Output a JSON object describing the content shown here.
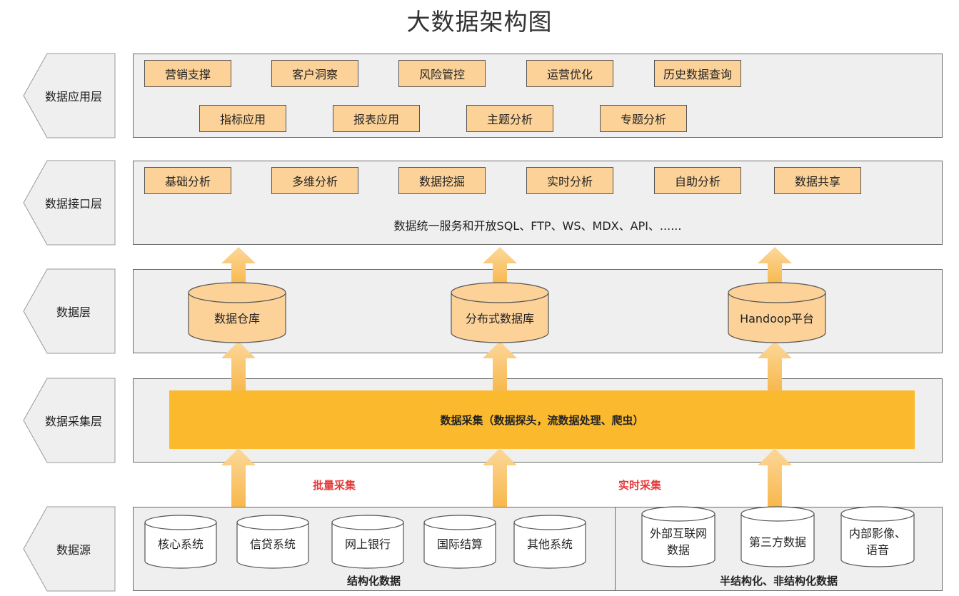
{
  "title": "大数据架构图",
  "layers": {
    "application": "数据应用层",
    "interface": "数据接口层",
    "data": "数据层",
    "collection": "数据采集层",
    "source": "数据源"
  },
  "application_items": [
    "营销支撑",
    "客户洞察",
    "风险管控",
    "运营优化",
    "历史数据查询",
    "指标应用",
    "报表应用",
    "主题分析",
    "专题分析"
  ],
  "interface_items": [
    "基础分析",
    "多维分析",
    "数据挖掘",
    "实时分析",
    "自助分析",
    "数据共享"
  ],
  "interface_note": "数据统一服务和开放SQL、FTP、WS、MDX、API、......",
  "data_stores": [
    "数据仓库",
    "分布式数据库",
    "Handoop平台"
  ],
  "collection_bar": "数据采集（数据探头，流数据处理、爬虫）",
  "batch_label": "批量采集",
  "realtime_label": "实时采集",
  "structured_sources": [
    "核心系统",
    "信贷系统",
    "网上银行",
    "国际结算",
    "其他系统"
  ],
  "structured_caption": "结构化数据",
  "unstructured_sources": [
    "外部互联网数据",
    "第三方数据",
    "内部影像、语音"
  ],
  "unstructured_caption": "半结构化、非结构化数据",
  "colors": {
    "panel": "#efefef",
    "box": "#fcd299",
    "collect": "#fbba2d",
    "arrow": "#fbc36b",
    "red": "#e53a3a"
  }
}
